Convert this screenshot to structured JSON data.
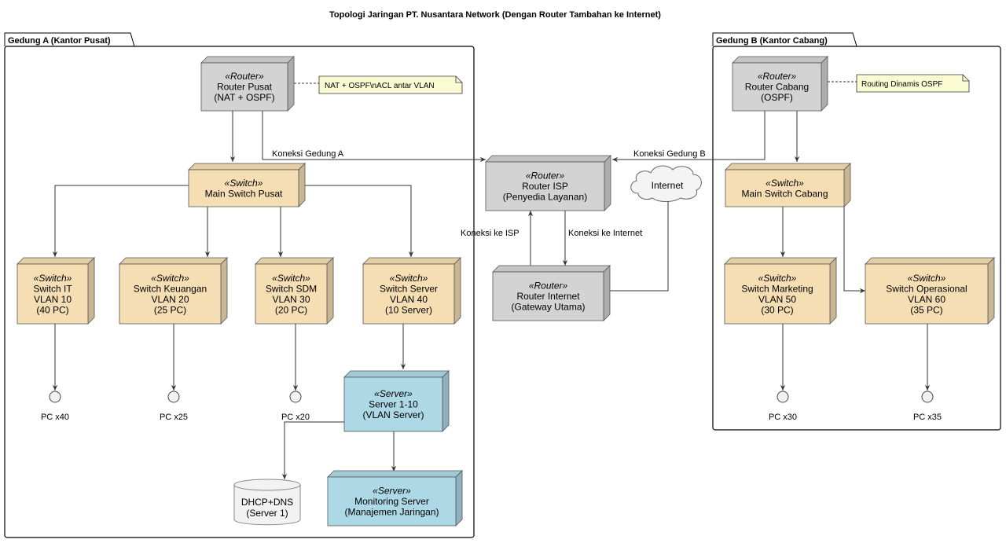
{
  "title": "Topologi Jaringan PT. Nusantara Network (Dengan Router Tambahan ke Internet)",
  "packages": {
    "gedung_a": "Gedung A (Kantor Pusat)",
    "gedung_b": "Gedung B (Kantor Cabang)"
  },
  "colors": {
    "router_fill": "#d3d3d3",
    "switch_fill": "#f5deb3",
    "server_fill": "#add8e6",
    "note_fill": "#fbfbd3",
    "line": "#333333"
  },
  "nodes": {
    "router_pusat": {
      "stereotype": "«Router»",
      "lines": [
        "Router Pusat",
        "(NAT + OSPF)"
      ]
    },
    "main_switch_pusat": {
      "stereotype": "«Switch»",
      "lines": [
        "Main Switch Pusat"
      ]
    },
    "switch_it": {
      "stereotype": "«Switch»",
      "lines": [
        "Switch IT",
        "VLAN 10",
        "(40 PC)"
      ]
    },
    "switch_keuangan": {
      "stereotype": "«Switch»",
      "lines": [
        "Switch Keuangan",
        "VLAN 20",
        "(25 PC)"
      ]
    },
    "switch_sdm": {
      "stereotype": "«Switch»",
      "lines": [
        "Switch SDM",
        "VLAN 30",
        "(20 PC)"
      ]
    },
    "switch_server": {
      "stereotype": "«Switch»",
      "lines": [
        "Switch Server",
        "VLAN 40",
        "(10 Server)"
      ]
    },
    "server_1_10": {
      "stereotype": "«Server»",
      "lines": [
        "Server 1-10",
        "(VLAN Server)"
      ]
    },
    "monitoring_server": {
      "stereotype": "«Server»",
      "lines": [
        "Monitoring Server",
        "(Manajemen Jaringan)"
      ]
    },
    "router_isp": {
      "stereotype": "«Router»",
      "lines": [
        "Router ISP",
        "(Penyedia Layanan)"
      ]
    },
    "router_internet": {
      "stereotype": "«Router»",
      "lines": [
        "Router Internet",
        "(Gateway Utama)"
      ]
    },
    "router_cabang": {
      "stereotype": "«Router»",
      "lines": [
        "Router Cabang",
        "(OSPF)"
      ]
    },
    "main_switch_cabang": {
      "stereotype": "«Switch»",
      "lines": [
        "Main Switch Cabang"
      ]
    },
    "switch_marketing": {
      "stereotype": "«Switch»",
      "lines": [
        "Switch Marketing",
        "VLAN 50",
        "(30 PC)"
      ]
    },
    "switch_operasional": {
      "stereotype": "«Switch»",
      "lines": [
        "Switch Operasional",
        "VLAN 60",
        "(35 PC)"
      ]
    }
  },
  "database": {
    "lines": [
      "DHCP+DNS",
      "(Server 1)"
    ]
  },
  "cloud": {
    "label": "Internet"
  },
  "notes": {
    "router_pusat_note": "NAT + OSPF\\nACL antar VLAN",
    "router_cabang_note": "Routing Dinamis OSPF"
  },
  "pcs": {
    "pc_it": "PC x40",
    "pc_keuangan": "PC x25",
    "pc_sdm": "PC x20",
    "pc_marketing": "PC x30",
    "pc_operasional": "PC x35"
  },
  "edge_labels": {
    "koneksi_gedung_a": "Koneksi Gedung A",
    "koneksi_gedung_b": "Koneksi Gedung B",
    "koneksi_ke_isp": "Koneksi ke ISP",
    "koneksi_ke_internet": "Koneksi ke Internet"
  }
}
